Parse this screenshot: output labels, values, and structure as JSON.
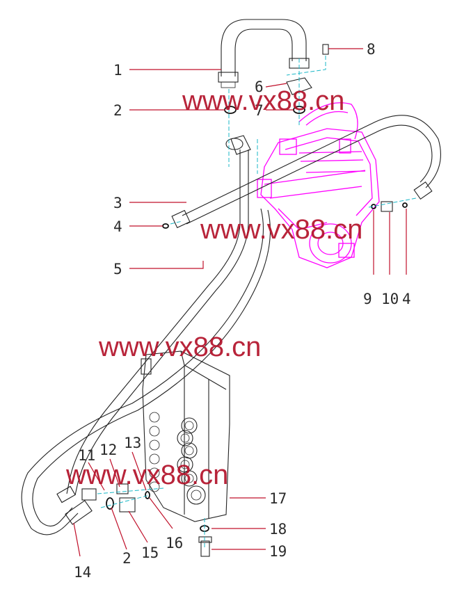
{
  "callouts": [
    {
      "id": "1",
      "text": "1"
    },
    {
      "id": "2",
      "text": "2"
    },
    {
      "id": "3",
      "text": "3"
    },
    {
      "id": "4",
      "text": "4"
    },
    {
      "id": "5",
      "text": "5"
    },
    {
      "id": "6",
      "text": "6"
    },
    {
      "id": "7",
      "text": "7"
    },
    {
      "id": "8",
      "text": "8"
    },
    {
      "id": "9",
      "text": "9"
    },
    {
      "id": "10",
      "text": "10"
    },
    {
      "id": "4b",
      "text": "4"
    },
    {
      "id": "11",
      "text": "11"
    },
    {
      "id": "12",
      "text": "12"
    },
    {
      "id": "13",
      "text": "13"
    },
    {
      "id": "14",
      "text": "14"
    },
    {
      "id": "2b",
      "text": "2"
    },
    {
      "id": "15",
      "text": "15"
    },
    {
      "id": "16",
      "text": "16"
    },
    {
      "id": "17",
      "text": "17"
    },
    {
      "id": "18",
      "text": "18"
    },
    {
      "id": "19",
      "text": "19"
    }
  ],
  "watermarks": [
    {
      "text": "www.vx88.cn"
    },
    {
      "text": "www.vx88.cn"
    },
    {
      "text": "www.vx88.cn"
    },
    {
      "text": "www.vx88.cn"
    }
  ],
  "colors": {
    "leader": "#c0102a",
    "pump": "#ff00ff",
    "axis": "#19b7c7",
    "watermark": "#b3122a"
  }
}
